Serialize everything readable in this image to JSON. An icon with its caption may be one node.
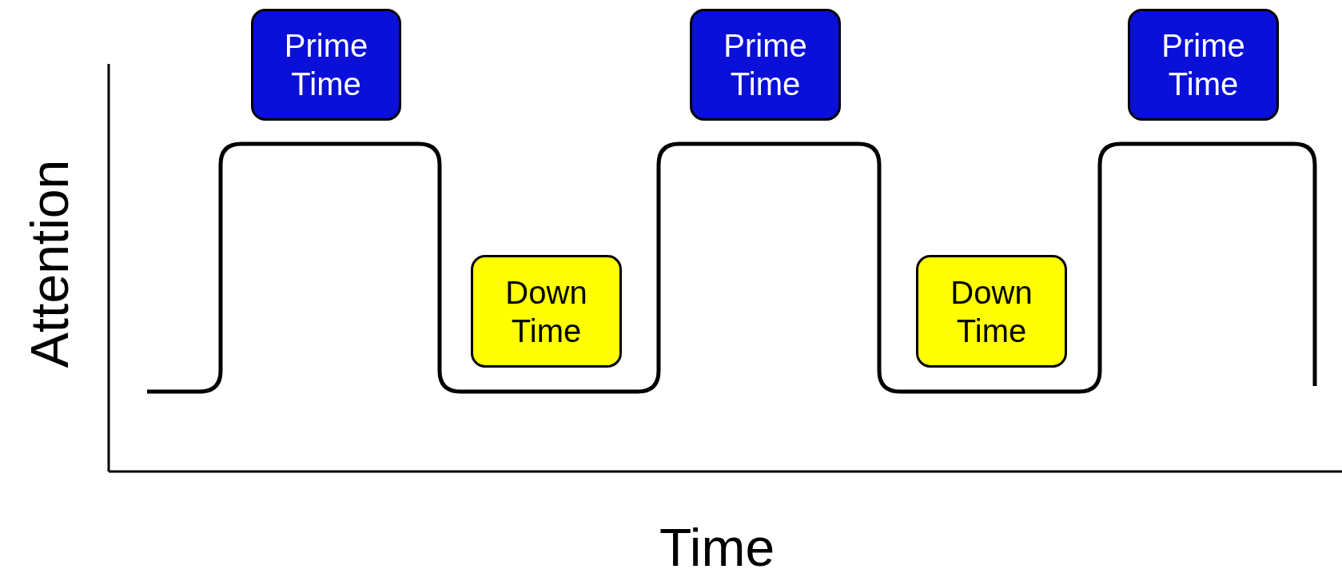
{
  "diagram": {
    "nodes": [
      {
        "text": [
          "Prime Time"
        ]
      },
      {
        "text": [
          "Down Time"
        ]
      },
      {
        "text": [
          "Prime Time"
        ]
      },
      {
        "text": [
          "Down Time"
        ]
      },
      {
        "text": [
          "Prime Time"
        ]
      }
    ],
    "labels": [
      "Attention",
      "Time"
    ]
  }
}
